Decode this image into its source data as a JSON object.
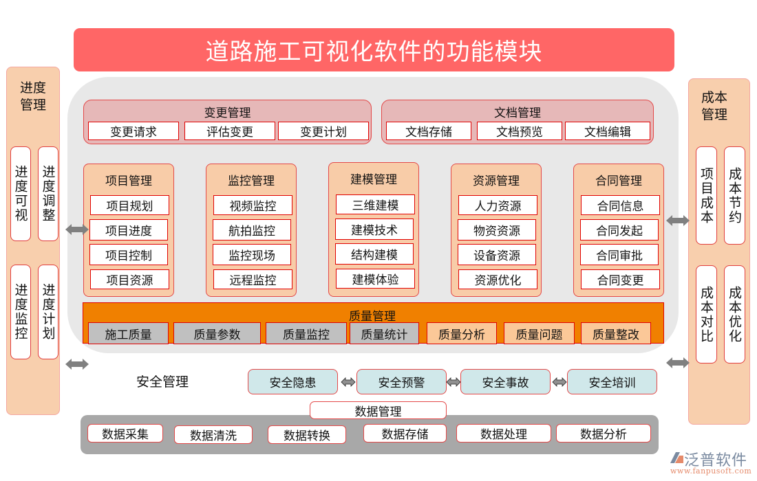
{
  "title": "道路施工可视化软件的功能模块",
  "colors": {
    "title_bg": "#ff6666",
    "side_panel_bg": "#f8cfad",
    "center_bg": "#e8e8e8",
    "pink_group_bg": "#e6b8b8",
    "peach_group_bg": "#f8cca8",
    "quality_bg": "#f08000",
    "safety_bg": "#d0e8ea",
    "data_bg": "#a8a8a8",
    "border_red": "#e00000",
    "arrow_gray": "#808080"
  },
  "schedule": {
    "title": "进度管理",
    "items": [
      "进度可视",
      "进度调整",
      "进度监控",
      "进度计划"
    ]
  },
  "cost": {
    "title": "成本管理",
    "items": [
      "项目成本",
      "成本节约",
      "成本对比",
      "成本优化"
    ]
  },
  "change": {
    "title": "变更管理",
    "items": [
      "变更请求",
      "评估变更",
      "变更计划"
    ]
  },
  "document": {
    "title": "文档管理",
    "items": [
      "文档存储",
      "文档预览",
      "文档编辑"
    ]
  },
  "modules": [
    {
      "title": "项目管理",
      "items": [
        "项目规划",
        "项目进度",
        "项目控制",
        "项目资源"
      ]
    },
    {
      "title": "监控管理",
      "items": [
        "视频监控",
        "航拍监控",
        "监控现场",
        "远程监控"
      ]
    },
    {
      "title": "建模管理",
      "items": [
        "三维建模",
        "建模技术",
        "结构建模",
        "建模体验"
      ]
    },
    {
      "title": "资源管理",
      "items": [
        "人力资源",
        "物资资源",
        "设备资源",
        "资源优化"
      ]
    },
    {
      "title": "合同管理",
      "items": [
        "合同信息",
        "合同发起",
        "合同审批",
        "合同变更"
      ]
    }
  ],
  "quality": {
    "title": "质量管理",
    "items": [
      "施工质量",
      "质量参数",
      "质量监控",
      "质量统计",
      "质量分析",
      "质量问题",
      "质量整改"
    ]
  },
  "safety": {
    "title": "安全管理",
    "items": [
      "安全隐患",
      "安全预警",
      "安全事故",
      "安全培训"
    ]
  },
  "data": {
    "title": "数据管理",
    "items": [
      "数据采集",
      "数据清洗",
      "数据转换",
      "数据存储",
      "数据处理",
      "数据分析"
    ]
  },
  "icons": {
    "double_arrow": "double-arrow-icon"
  },
  "logo": {
    "name": "泛普软件",
    "url": "www.fanpusoft.com"
  }
}
